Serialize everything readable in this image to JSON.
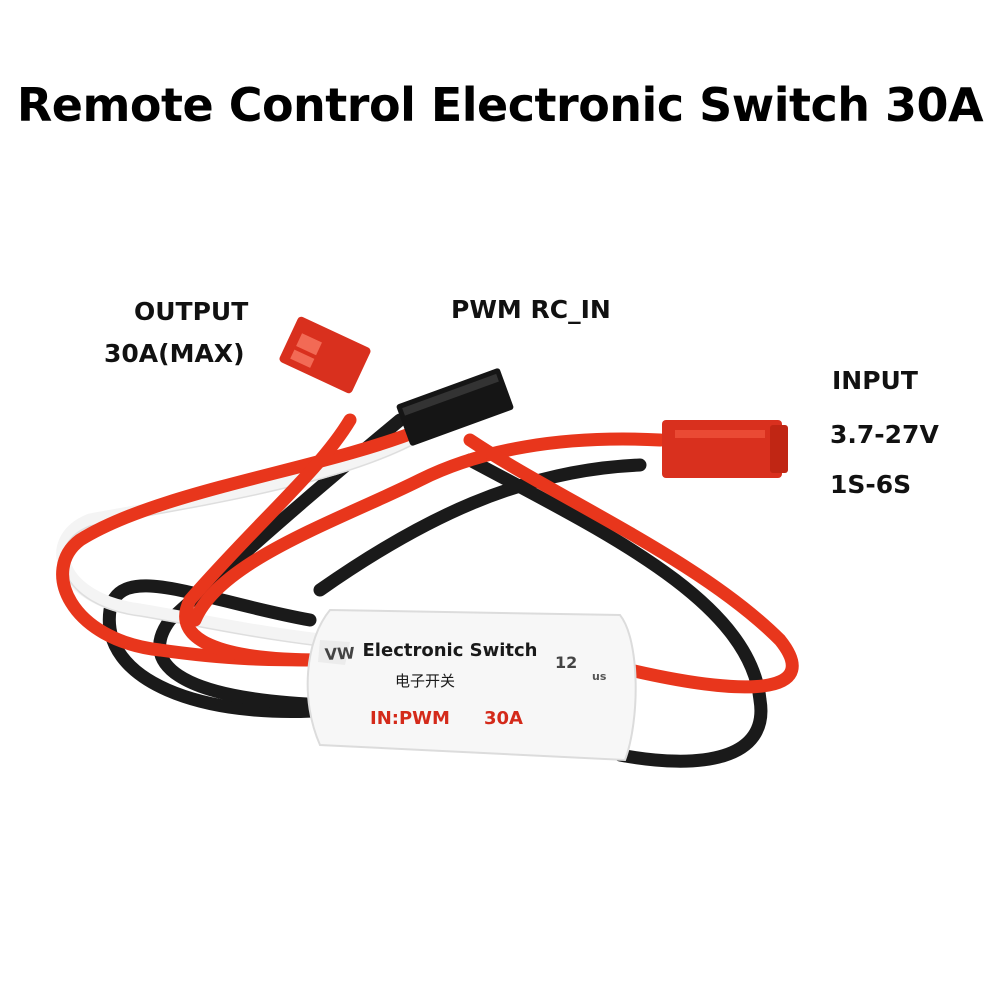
{
  "title": "Remote Control Electronic Switch 30A",
  "labels": {
    "output_line1": "OUTPUT",
    "output_line2": "30A(MAX)",
    "pwm_in": "PWM RC_IN",
    "input_line1": "INPUT",
    "input_line2": "3.7-27V",
    "input_line3": "1S-6S"
  },
  "module": {
    "name": "Electronic Switch",
    "name_cn": "电子开关",
    "spec_in": "IN:PWM",
    "spec_current": "30A"
  },
  "colors": {
    "red_wire": "#e8361c",
    "black_wire": "#1a1a1a",
    "white_wire": "#f4f4f4",
    "connector_red": "#d9301e",
    "connector_black": "#151515",
    "spec_text": "#d42a1a"
  }
}
